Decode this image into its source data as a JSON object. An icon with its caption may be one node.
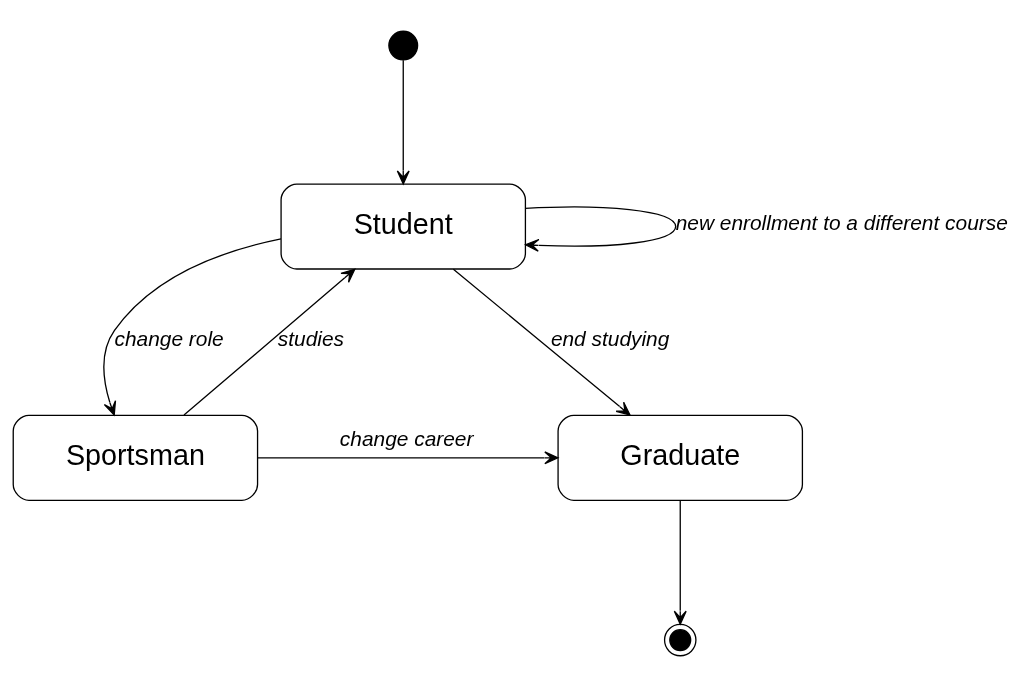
{
  "diagram": {
    "nodes": [
      {
        "text": [],
        "shape": "circle"
      },
      {
        "text": [
          "Student"
        ]
      },
      {
        "text": [
          "Graduate"
        ]
      },
      {
        "text": [
          "Sportsman"
        ]
      },
      {
        "text": [],
        "shape": "circle"
      }
    ],
    "edges": [
      {
        "from": 0,
        "to": 1,
        "arrow": "to"
      },
      {
        "from": 1,
        "to": 1,
        "arrow": "to",
        "label": "new enrollment to a different course"
      },
      {
        "from": 1,
        "to": 2,
        "arrow": "to",
        "label": "end studying"
      },
      {
        "from": 3,
        "to": 1,
        "arrow": "to",
        "label": "studies"
      },
      {
        "from": 1,
        "to": 3,
        "arrow": "to",
        "label": "change role"
      },
      {
        "from": 3,
        "to": 2,
        "arrow": "to",
        "label": "change career"
      },
      {
        "from": 2,
        "to": 4,
        "arrow": "to"
      }
    ]
  }
}
